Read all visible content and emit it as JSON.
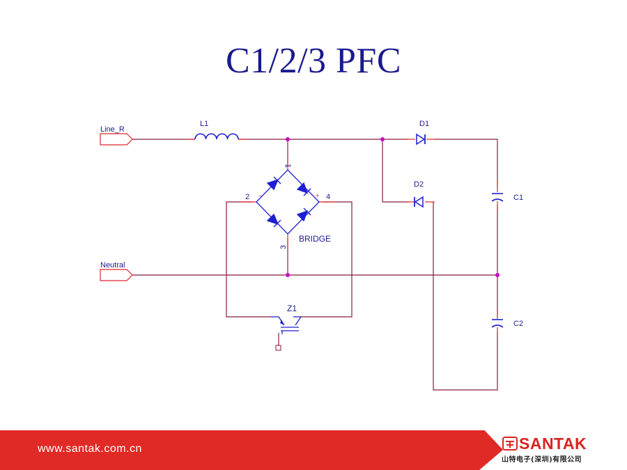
{
  "title": "C1/2/3 PFC",
  "colors": {
    "title": "#1a1a8c",
    "wire": "#8b1a3c",
    "component": "#1f1fd1",
    "pin_stub": "#e0242a",
    "junction": "#cc00cc",
    "footer": "#e02a26",
    "brand": "#d9241f"
  },
  "schematic": {
    "ports": {
      "line": "Line_R",
      "neutral": "Neutral"
    },
    "components": {
      "inductor": "L1",
      "diode1": "D1",
      "diode2": "D2",
      "cap1": "C1",
      "cap2": "C2",
      "bridge": "BRIDGE",
      "switch": "Z1"
    },
    "bridge_pins": {
      "p1": "1",
      "p2": "2",
      "p3": "3",
      "p4": "4",
      "minus": "−",
      "plus": "+"
    }
  },
  "footer": {
    "url": "www.santak.com.cn",
    "brand": "SANTAK",
    "company": "山特电子(深圳)有限公司",
    "logo_icon": "santak-logo-icon"
  }
}
